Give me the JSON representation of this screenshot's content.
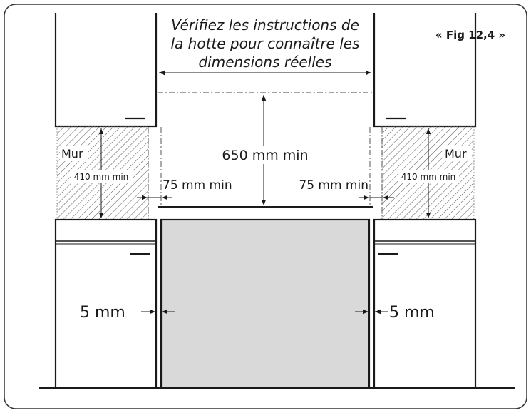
{
  "figure_label": "« Fig 12,4 »",
  "note": {
    "line1": "Vérifiez les instructions de",
    "line2": "la hotte pour connaître les",
    "line3": "dimensions réelles"
  },
  "dimensions": {
    "hood_clearance": "650 mm min",
    "wall_height_left": "410 mm min",
    "wall_height_right": "410 mm min",
    "side_clearance_left": "75 mm min",
    "side_clearance_right": "75 mm min",
    "gap_left": "5 mm",
    "gap_right": "5 mm"
  },
  "labels": {
    "wall_left": "Mur",
    "wall_right": "Mur"
  },
  "colors": {
    "line": "#1a1a1a",
    "appliance_fill": "#d9d9d9",
    "hatch": "#555555",
    "frame": "#333333"
  }
}
